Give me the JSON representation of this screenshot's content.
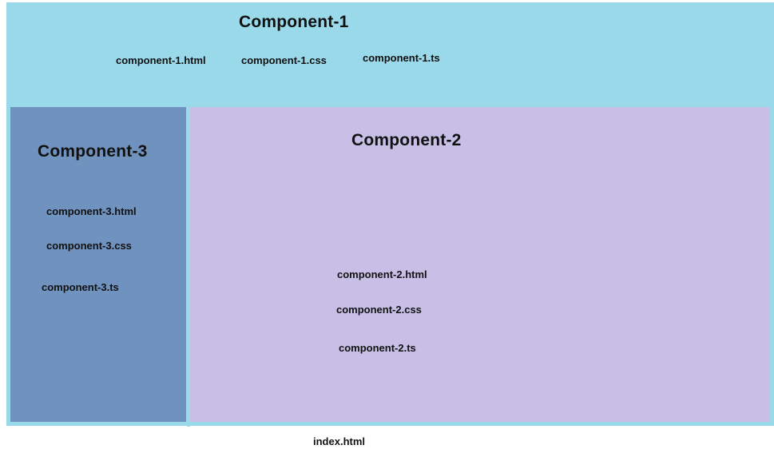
{
  "colors": {
    "component_1_bg": "#99d9ea",
    "component_2_bg": "#c8bfe7",
    "component_3_bg": "#7092be",
    "page_bg": "#ffffff"
  },
  "component_1": {
    "title": "Component-1",
    "files": [
      "component-1.html",
      "component-1.css",
      "component-1.ts"
    ]
  },
  "component_2": {
    "title": "Component-2",
    "files": [
      "component-2.html",
      "component-2.css",
      "component-2.ts"
    ]
  },
  "component_3": {
    "title": "Component-3",
    "files": [
      "component-3.html",
      "component-3.css",
      "component-3.ts"
    ]
  },
  "root_file": "index.html"
}
